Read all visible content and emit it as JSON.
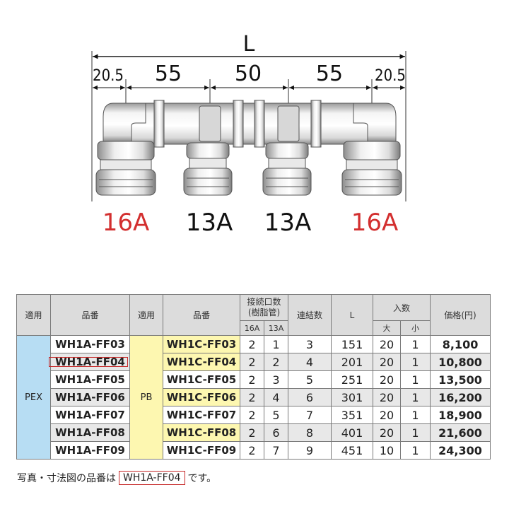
{
  "diagram": {
    "total_label": "L",
    "segments": [
      "20.5",
      "55",
      "50",
      "55",
      "20.5"
    ],
    "outlets": [
      {
        "label": "16A",
        "color": "#d32f2f"
      },
      {
        "label": "13A",
        "color": "#111111"
      },
      {
        "label": "13A",
        "color": "#111111"
      },
      {
        "label": "16A",
        "color": "#d32f2f"
      }
    ]
  },
  "table": {
    "headers": {
      "apply_a": "適用",
      "part_a": "品番",
      "apply_b": "適用",
      "part_b": "品番",
      "ports": "接続口数\n(樹脂管)",
      "port_16a": "16A",
      "port_13a": "13A",
      "connections": "連結数",
      "length": "L",
      "quantity": "入数",
      "qty_large": "大",
      "qty_small": "小",
      "price": "価格(円)"
    },
    "group_pex": "PEX",
    "group_pb": "PB",
    "rows": [
      {
        "wh1a": "WH1A-FF03",
        "wh1c": "WH1C-FF03",
        "p16": "2",
        "p13": "1",
        "conn": "3",
        "len": "151",
        "large": "20",
        "small": "1",
        "price": "8,100"
      },
      {
        "wh1a": "WH1A-FF04",
        "wh1c": "WH1C-FF04",
        "p16": "2",
        "p13": "2",
        "conn": "4",
        "len": "201",
        "large": "20",
        "small": "1",
        "price": "10,800"
      },
      {
        "wh1a": "WH1A-FF05",
        "wh1c": "WH1C-FF05",
        "p16": "2",
        "p13": "3",
        "conn": "5",
        "len": "251",
        "large": "20",
        "small": "1",
        "price": "13,500"
      },
      {
        "wh1a": "WH1A-FF06",
        "wh1c": "WH1C-FF06",
        "p16": "2",
        "p13": "4",
        "conn": "6",
        "len": "301",
        "large": "20",
        "small": "1",
        "price": "16,200"
      },
      {
        "wh1a": "WH1A-FF07",
        "wh1c": "WH1C-FF07",
        "p16": "2",
        "p13": "5",
        "conn": "7",
        "len": "351",
        "large": "20",
        "small": "1",
        "price": "18,900"
      },
      {
        "wh1a": "WH1A-FF08",
        "wh1c": "WH1C-FF08",
        "p16": "2",
        "p13": "6",
        "conn": "8",
        "len": "401",
        "large": "20",
        "small": "1",
        "price": "21,600"
      },
      {
        "wh1a": "WH1A-FF09",
        "wh1c": "WH1C-FF09",
        "p16": "2",
        "p13": "7",
        "conn": "9",
        "len": "451",
        "large": "10",
        "small": "1",
        "price": "24,300"
      }
    ]
  },
  "footnote": {
    "prefix": "写真・寸法図の品番は",
    "model": "WH1A-FF04",
    "suffix": "です。"
  }
}
